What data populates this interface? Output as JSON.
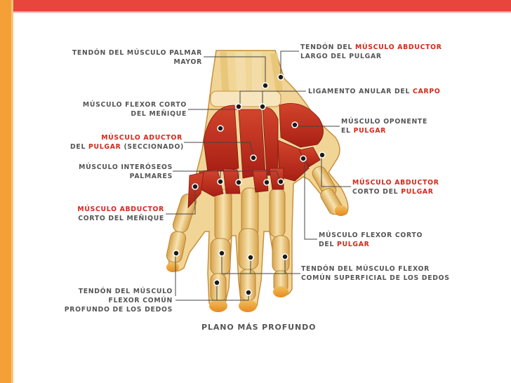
{
  "accent_colors": {
    "header_bar": "#e8453c",
    "side_bar": "#f5a037",
    "label_red": "#d62718",
    "label_gray": "#555555"
  },
  "caption": "PLANO MÁS PROFUNDO",
  "labels": {
    "palmar_mayor": {
      "line1": "TENDÓN DEL MÚSCULO PALMAR",
      "line2": "MAYOR"
    },
    "abductor_largo": {
      "line1_a": "TENDÓN DEL ",
      "line1_b": "MÚSCULO ABDUCTOR",
      "line2": "LARGO DEL PULGAR"
    },
    "ligamento": {
      "a": "LIGAMENTO ANULAR DEL ",
      "b": "CARPO"
    },
    "flexor_menique": {
      "line1": "MÚSCULO FLEXOR CORTO",
      "line2": "DEL MEÑIQUE"
    },
    "oponente": {
      "line1": "MÚSCULO OPONENTE",
      "line2_a": "EL ",
      "line2_b": "PULGAR"
    },
    "aductor": {
      "line1": "MÚSCULO ADUCTOR",
      "line2_a": "DEL ",
      "line2_b": "PULGAR",
      "line2_c": " (SECCIONADO)"
    },
    "interoseos": {
      "line1": "MÚSCULO INTERÓSEOS",
      "line2": "PALMARES"
    },
    "abductor_corto_pulgar": {
      "line1": "MÚSCULO ABDUCTOR",
      "line2_a": "CORTO DEL ",
      "line2_b": "PULGAR"
    },
    "abductor_menique": {
      "line1": "MÚSCULO ABDUCTOR",
      "line2": "CORTO DEL MEÑIQUE"
    },
    "flexor_pulgar": {
      "line1": "MÚSCULO FLEXOR CORTO",
      "line2_a": "DEL ",
      "line2_b": "PULGAR"
    },
    "flexor_superficial": {
      "line1": "TENDÓN DEL MÚSCULO FLEXOR",
      "line2": "COMÚN SUPERFICIAL DE LOS DEDOS"
    },
    "flexor_profundo": {
      "line1": "TENDÓN DEL MÚSCULO",
      "line2": "FLEXOR COMÚN",
      "line3": "PROFUNDO DE LOS DEDOS"
    }
  }
}
